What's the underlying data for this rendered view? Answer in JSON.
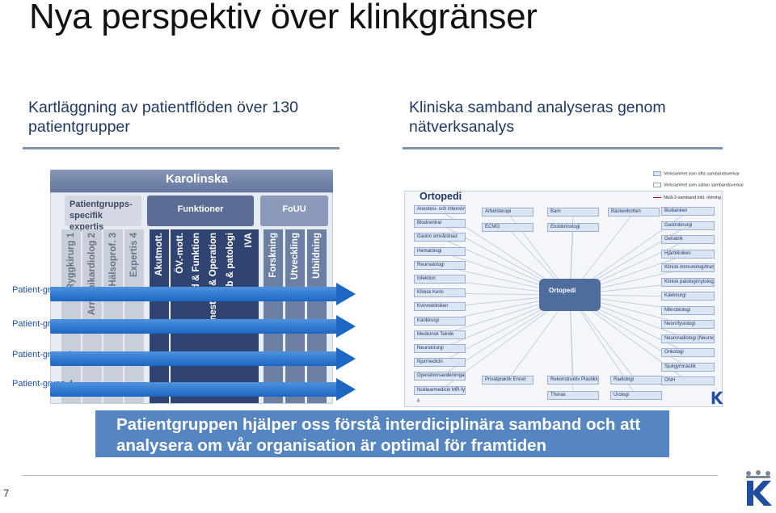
{
  "slide": {
    "title": "Nya perspektiv över klinkgränser",
    "left_heading": "Kartläggning av patientflöden över 130 patientgrupper",
    "right_heading": "Kliniska samband analyseras genom nätverksanalys",
    "callout": "Patientgruppen hjälper oss förstå interdiciplinära samband och att analysera om vår organisation är optimal för framtiden",
    "page_number": "7"
  },
  "matrix": {
    "roof_label": "Karolinska",
    "groups": {
      "specific": "Patientgrupps-specifik expertis",
      "functions": "Funktioner",
      "fouu": "FoUU"
    },
    "columns": [
      {
        "label": "Ryggkirurg 1",
        "style": "grey"
      },
      {
        "label": "Arrytmikardiolog 2",
        "style": "grey"
      },
      {
        "label": "Hälsoprof. 3",
        "style": "grey"
      },
      {
        "label": "Expertis 4",
        "style": "grey"
      },
      {
        "label": "Akutmott.",
        "style": "dark"
      },
      {
        "label": "ÖV.-mott.",
        "style": "dark"
      },
      {
        "label": "Bild & Funktion",
        "style": "dark"
      },
      {
        "label": "Anestesi & Operation",
        "style": "dark"
      },
      {
        "label": "Lab & patologi",
        "style": "dark"
      },
      {
        "label": "IVA",
        "style": "dark"
      },
      {
        "label": "Forskning",
        "style": "mid"
      },
      {
        "label": "Utveckling",
        "style": "mid"
      },
      {
        "label": "Utbildning",
        "style": "mid"
      }
    ],
    "patient_groups": [
      "Patient-grupp 1",
      "Patient-grupp 2",
      "Patient-grupp 3",
      "Patient-grupp 4"
    ]
  },
  "network": {
    "title": "Ortopedi",
    "hub": "Ortopedi",
    "legend": [
      "Verksamhet som ofta sambandsverkar",
      "Verksamhet som sällan sambandsverkar",
      "Nivå-2-samband inkl. riktning"
    ],
    "nodes_left": [
      "Anestesi- och intensivvård",
      "Blodcentral",
      "Gastro omvårdnad",
      "Hematologi",
      "Reumatologi",
      "Infektion",
      "Klinisk Kemi",
      "Kvinnokliniken",
      "Kärlkirurgi",
      "Medicinsk Teknik",
      "Neurokirurgi",
      "Njurmedicin",
      "Operationsavdelningar",
      "Nuklearmedicin MR-fysik röntgen-fysik strålbehandlings-fysik"
    ],
    "nodes_top": [
      "Arbetsterapi",
      "Barn",
      "Bäckenbotten",
      "ECMO",
      "Endokrinologi"
    ],
    "nodes_right": [
      "Biobanken",
      "Gastrokirurgi",
      "Geriatrik",
      "Hjärtkliniken",
      "Klinisk immunologi/transfusionsmedicin",
      "Klinisk patologi/cytologi",
      "Käkkirurgi",
      "Mikrobiologi",
      "Neurofysiologi",
      "Neuroradiologi (Neurocentrum)",
      "Onkologi",
      "Sjukgymnastik",
      "ÖNH"
    ],
    "nodes_bottom": [
      "Privatpraktik Ennet",
      "Rekonstruktiv Plastikkirurgi",
      "Radiologi",
      "Thorax",
      "Urologi"
    ],
    "footnote": "6"
  },
  "colors": {
    "arrow": "#1d66c4",
    "callout": "#5586c2",
    "heading": "#1f3864"
  }
}
